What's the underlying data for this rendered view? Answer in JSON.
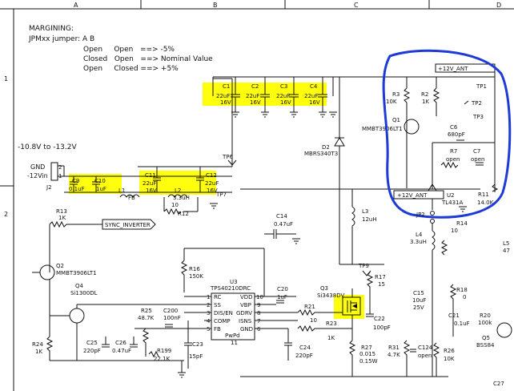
{
  "border": {
    "columns": [
      "A",
      "B",
      "C",
      "D"
    ],
    "rows": [
      "1",
      "2"
    ]
  },
  "notes": {
    "title": "MARGINING:",
    "jumper_line": "JPMxx jumper:  A       B",
    "rows": [
      "Open     Open   ==> -5%",
      "Closed   Open   ==> Nominal Value",
      "Open     Closed ==> +5%"
    ],
    "input_range": "-10.8V to -13.2V"
  },
  "input": {
    "gnd": "GND",
    "vin": "-12Vin",
    "connector": "J2",
    "pin1": "1",
    "pin2": "2"
  },
  "caps_top": [
    {
      "ref": "C1",
      "value": "22uF",
      "volt": "16V"
    },
    {
      "ref": "C2",
      "value": "22uF",
      "volt": "16V"
    },
    {
      "ref": "C3",
      "value": "22uF",
      "volt": "16V"
    },
    {
      "ref": "C4",
      "value": "22uF",
      "volt": "16V"
    }
  ],
  "caps_input": [
    {
      "ref": "C9",
      "value": "0.1uF",
      "volt": ""
    },
    {
      "ref": "C10",
      "value": "1uF",
      "volt": ""
    },
    {
      "ref": "C11",
      "value": "22uF",
      "volt": "16V"
    },
    {
      "ref": "C12",
      "value": "22uF",
      "volt": "16V"
    }
  ],
  "filter": {
    "l1": "L1",
    "l1_val": "FB",
    "l2": "L2",
    "l2_val": "3.3uH",
    "r12": "R12",
    "r12_val": "10",
    "tp6": "TP6",
    "tp7": "TP7"
  },
  "sync": {
    "r13": "R13",
    "r13_val": "1K",
    "net": "SYNC_INVERTER",
    "q2": "Q2",
    "q2_part": "MMBT3906LT1",
    "q4": "Q4",
    "q4_part": "Si1300DL",
    "r24": "R24",
    "r24_val": "1K",
    "c25": "C25",
    "c25_val": "220pF",
    "c26": "C26",
    "c26_val": "0.47uF"
  },
  "controller": {
    "ref": "U3",
    "part": "TPS40210DRC",
    "pins_left": [
      {
        "num": "1",
        "name": "RC"
      },
      {
        "num": "2",
        "name": "SS"
      },
      {
        "num": "3",
        "name": "DIS/EN"
      },
      {
        "num": "4",
        "name": "COMP"
      },
      {
        "num": "5",
        "name": "FB"
      }
    ],
    "pins_right": [
      {
        "num": "10",
        "name": "VDD"
      },
      {
        "num": "9",
        "name": "VBP"
      },
      {
        "num": "8",
        "name": "GDRV"
      },
      {
        "num": "7",
        "name": "ISNS"
      },
      {
        "num": "6",
        "name": "GND"
      }
    ],
    "pad": "PwPd",
    "pad_num": "11"
  },
  "comp": {
    "r16": "R16",
    "r16_val": "150K",
    "r25": "R25",
    "r25_val": "48.7K",
    "c200": "C200",
    "c200_val": "100nF",
    "r199": "R199",
    "r199_val": "22.1K",
    "c23": "C23",
    "c23_val": "15pF",
    "c14": "C14",
    "c14_val": "0.47uF",
    "c20": "C20",
    "c20_val": "1uF"
  },
  "power": {
    "d2": "D2",
    "d2_part": "MBRS340T3",
    "l3": "L3",
    "l3_val": "12uH",
    "tp9": "TP9",
    "q3": "Q3",
    "q3_part": "Si3438DV",
    "r21": "R21",
    "r21_val": "10",
    "r23": "R23",
    "r23_val": "1K",
    "c24": "C24",
    "c24_val": "220pF",
    "r17": "R17",
    "r17_val": "15",
    "c22": "C22",
    "c22_val": "100pF",
    "r27": "R27",
    "r27_val1": "0.015",
    "r27_val2": "0.15W",
    "r31": "R31",
    "r31_val": "4.7K",
    "c124": "C124",
    "c124_val": "open",
    "r26": "R26",
    "r26_val": "10K"
  },
  "regulator": {
    "net": "+12V_ANT",
    "r3": "R3",
    "r3_val": "10K",
    "r2": "R2",
    "r2_val": "1K",
    "q1": "Q1",
    "q1_part": "MMBT3906LT1",
    "tp1": "TP1",
    "tp2": "TP2",
    "tp3": "TP3",
    "c6": "C6",
    "c6_val": "680pF",
    "r7": "R7",
    "r7_val": "open",
    "c7": "C7",
    "c7_val": "open",
    "u2": "U2",
    "u2_part": "TL431A",
    "r11": "R11",
    "r11_val": "14.0K"
  },
  "lower_right": {
    "net": "+12V_ANT",
    "jp2": "JP2",
    "l4": "L4",
    "l4_val": "3.3uH",
    "r14": "R14",
    "r14_val": "10",
    "c15": "C15",
    "c15_val1": "10uF",
    "c15_val2": "25V",
    "r18": "R18",
    "r18_val": "0",
    "c21": "C21",
    "c21_val": "0.1uF",
    "r20": "R20",
    "r20_val": "100k",
    "q5": "Q5",
    "q5_part": "BSS84",
    "l5": "L5",
    "l5_val": "47",
    "c27": "C27"
  },
  "colors": {
    "highlight": "#ffff00",
    "annotation": "#1f3bd6",
    "ink": "#111111"
  }
}
